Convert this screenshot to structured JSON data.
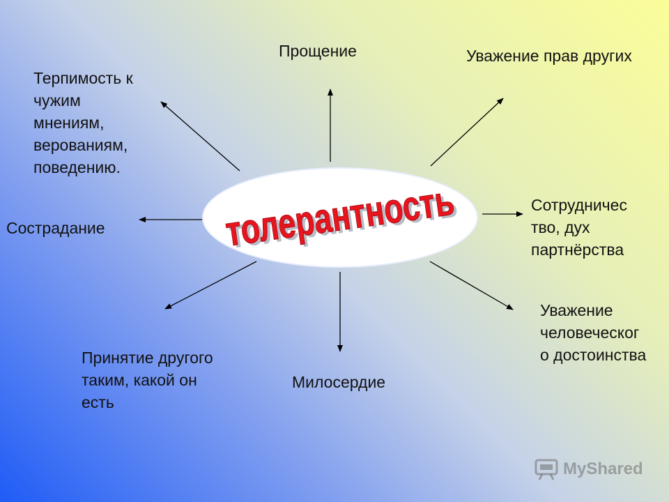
{
  "center": {
    "text": "толерантность",
    "fill": "#e8141e",
    "shadow": "#b8bec8"
  },
  "labels": {
    "forgiveness": "Прощение",
    "respect_rights": "Уважение прав других",
    "tolerance_opinions": "Терпимость к\nчужим\nмнениям,\nверованиям,\nповедению.",
    "cooperation": "Сотрудничес\nтво, дух\nпартнёрства",
    "compassion": "Сострадание",
    "respect_dignity": "Уважение\nчеловеческог\nо достоинства",
    "acceptance": "Принятие другого\nтаким, какой он\nесть",
    "mercy": "Милосердие"
  },
  "watermark": {
    "text": "MyShared"
  },
  "colors": {
    "arrow": "#000000",
    "ellipse": "#ffffff"
  }
}
